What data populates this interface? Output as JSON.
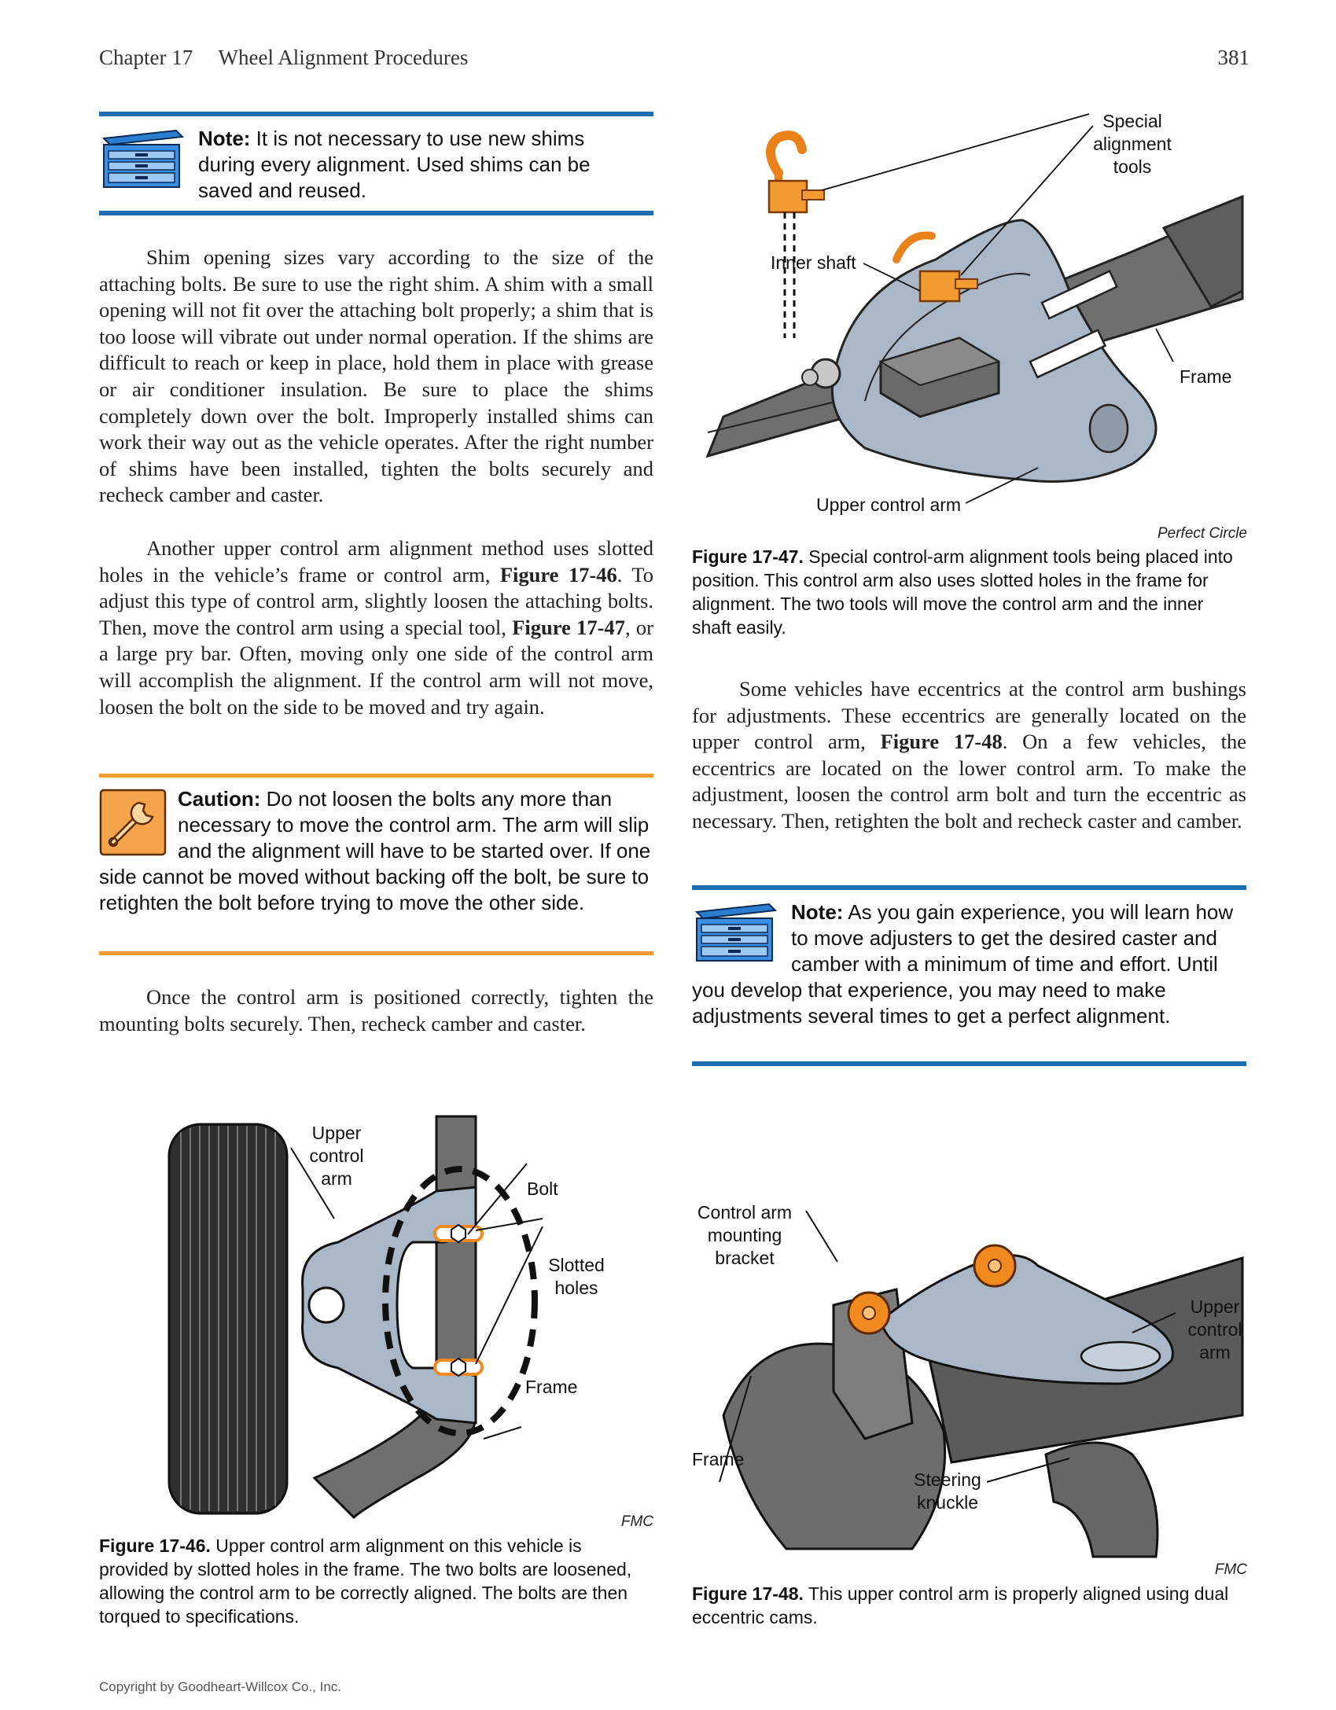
{
  "header": {
    "chapter": "Chapter 17",
    "title": "Wheel Alignment Procedures",
    "page_number": "381"
  },
  "note1": {
    "label": "Note:",
    "text": " It is not necessary to use new shims during every alignment. Used shims can be saved and reused."
  },
  "para1": "Shim opening sizes vary according to the size of the attaching bolts. Be sure to use the right shim. A shim with a small opening will not fit over the attaching bolt properly; a shim that is too loose will vibrate out under normal operation. If the shims are difficult to reach or keep in place, hold them in place with grease or air conditioner insulation. Be sure to place the shims completely down over the bolt. Improperly installed shims can work their way out as the vehicle operates. After the right number of shims have been installed, tighten the bolts securely and recheck camber and caster.",
  "para2": {
    "a": "Another upper control arm alignment method uses slotted holes in the vehicle’s frame or control arm, ",
    "fig1": "Figure 17-46",
    "b": ". To adjust this type of control arm, slightly loosen the attaching bolts. Then, move the control arm using a special tool, ",
    "fig2": "Figure 17-47",
    "c": ", or a large pry bar. Often, moving only one side of the control arm will accomplish the alignment. If the control arm will not move, loosen the bolt on the side to be moved and try again."
  },
  "caution": {
    "label": "Caution:",
    "text": " Do not loosen the bolts any more than necessary to move the control arm. The arm will slip and the alignment will have to be started over. If one side cannot be moved without backing off the bolt, be sure to retighten the bolt before trying to move the other side."
  },
  "para3": "Once the control arm is positioned correctly, tighten the mounting bolts securely. Then, recheck camber and caster.",
  "fig47": {
    "labels": {
      "special_tools": "Special alignment tools",
      "inner_shaft": "Inner shaft",
      "frame": "Frame",
      "upper_arm": "Upper control arm"
    },
    "credit": "Perfect Circle",
    "caption_label": "Figure 17-47.",
    "caption_text": " Special control-arm alignment tools being placed into position. This control arm also uses slotted holes in the frame for alignment. The two tools will move the control arm and the inner shaft easily."
  },
  "para4": {
    "a": "Some vehicles have eccentrics at the control arm bushings for adjustments. These eccentrics are generally located on the upper control arm, ",
    "fig": "Figure 17-48",
    "b": ". On a few vehicles, the eccentrics are located on the lower control arm. To make the adjustment, loosen the control arm bolt and turn the eccentric as necessary. Then, retighten the bolt and recheck caster and camber."
  },
  "note2": {
    "label": "Note:",
    "text": " As you gain experience, you will learn how to move adjusters to get the desired caster and camber with a minimum of time and effort. Until you develop that experience, you may need to make adjustments several times to get a perfect alignment."
  },
  "fig46": {
    "labels": {
      "upper_arm": "Upper control arm",
      "bolt": "Bolt",
      "slotted": "Slotted holes",
      "frame": "Frame"
    },
    "credit": "FMC",
    "caption_label": "Figure 17-46.",
    "caption_text": " Upper control arm alignment on this vehicle is provided by slotted holes in the frame. The two bolts are loosened, allowing the control arm to be correctly aligned. The bolts are then torqued to specifications."
  },
  "fig48": {
    "labels": {
      "bracket": "Control arm mounting bracket",
      "upper_arm": "Upper control arm",
      "frame": "Frame",
      "knuckle": "Steering knuckle"
    },
    "credit": "FMC",
    "caption_label": "Figure 17-48.",
    "caption_text": " This upper control arm is properly aligned using dual eccentric cams."
  },
  "footer": {
    "copyright": "Copyright by Goodheart-Willcox Co., Inc."
  },
  "colors": {
    "blue_rule": "#1f6db3",
    "orange_rule": "#f29b30",
    "part_gray": "#a9b7c6",
    "frame_gray": "#707070",
    "highlight_orange": "#f08a1e"
  }
}
